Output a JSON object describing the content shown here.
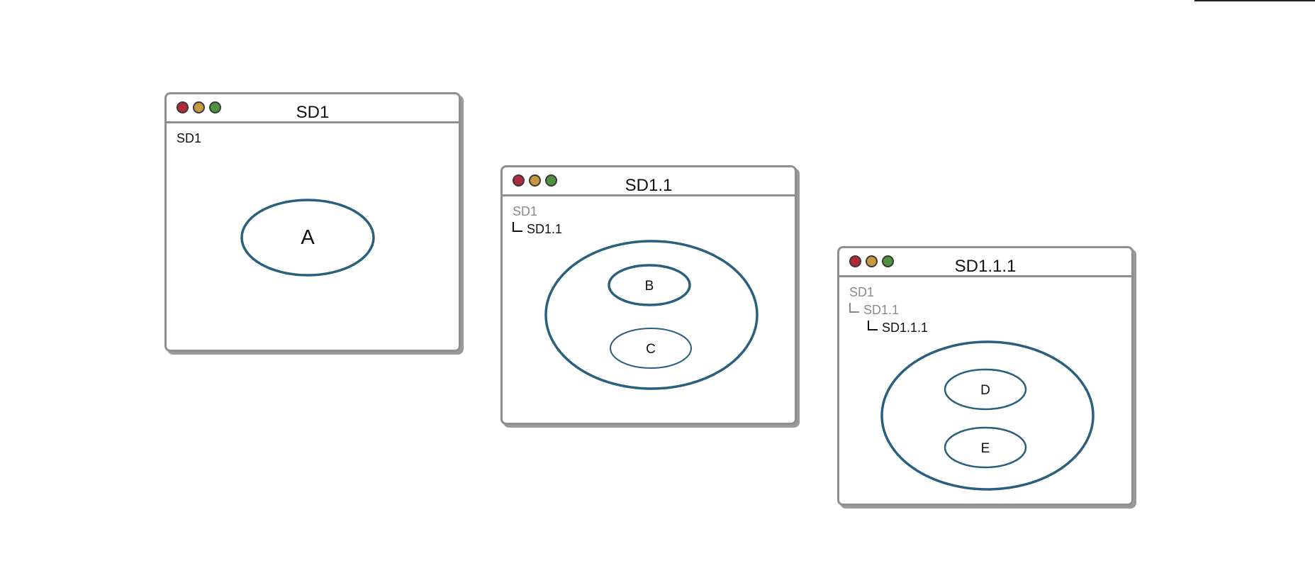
{
  "colors": {
    "ellipse_stroke": "#2a5f7e",
    "window_border": "#8f8f8f",
    "dot_red": "#b02a3b",
    "dot_yellow": "#c9973f",
    "dot_green": "#4d9240"
  },
  "windows": [
    {
      "title": "SD1",
      "breadcrumb": [
        "SD1"
      ],
      "states": [
        "A"
      ]
    },
    {
      "title": "SD1.1",
      "breadcrumb": [
        "SD1",
        "SD1.1"
      ],
      "composite": true,
      "states": [
        "B",
        "C"
      ]
    },
    {
      "title": "SD1.1.1",
      "breadcrumb": [
        "SD1",
        "SD1.1",
        "SD1.1.1"
      ],
      "composite": true,
      "states": [
        "D",
        "E"
      ]
    }
  ]
}
